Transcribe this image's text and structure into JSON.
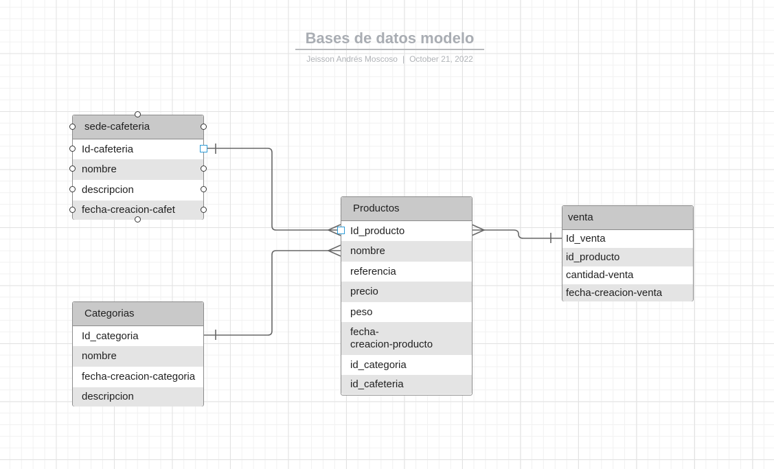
{
  "document": {
    "title": "Bases de datos modelo",
    "author": "Jeisson Andrés Moscoso",
    "separator": "|",
    "date": "October 21, 2022"
  },
  "entities": {
    "sede": {
      "title": "sede-cafeteria",
      "fields": [
        "Id-cafeteria",
        "nombre",
        "descripcion",
        "fecha-creacion-cafet"
      ]
    },
    "categorias": {
      "title": "Categorias",
      "fields": [
        "Id_categoria",
        "nombre",
        "fecha-creacion-categoria",
        "descripcion"
      ]
    },
    "productos": {
      "title": "Productos",
      "fields": [
        "Id_producto",
        "nombre",
        "referencia",
        "precio",
        "peso",
        "fecha-\ncreacion-producto",
        "id_categoria",
        "id_cafeteria"
      ]
    },
    "venta": {
      "title": "venta",
      "fields": [
        "Id_venta",
        "id_producto",
        "cantidad-venta",
        "fecha-creacion-venta"
      ]
    }
  },
  "colors": {
    "header": "#c9c9c9",
    "row_alt": "#e4e4e4",
    "connector": "#666666",
    "selection": "#2a9ad6",
    "title": "#a9adb3"
  }
}
